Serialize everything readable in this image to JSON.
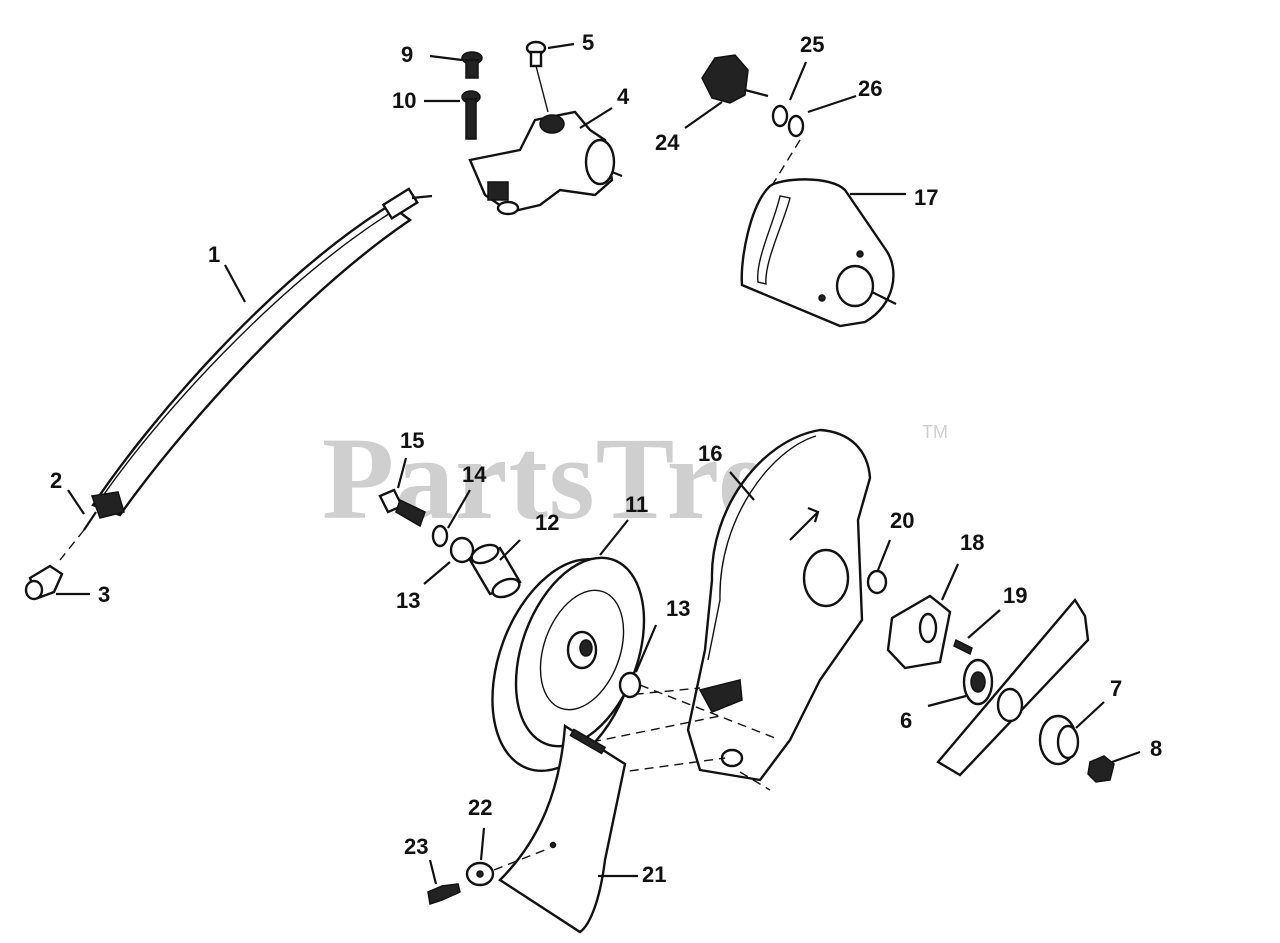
{
  "watermark": {
    "brand": "PartsTree",
    "trademark": "TM"
  },
  "callouts": [
    {
      "id": "label-1",
      "text": "1"
    },
    {
      "id": "label-2",
      "text": "2"
    },
    {
      "id": "label-3",
      "text": "3"
    },
    {
      "id": "label-4",
      "text": "4"
    },
    {
      "id": "label-5",
      "text": "5"
    },
    {
      "id": "label-6",
      "text": "6"
    },
    {
      "id": "label-7",
      "text": "7"
    },
    {
      "id": "label-8",
      "text": "8"
    },
    {
      "id": "label-9",
      "text": "9"
    },
    {
      "id": "label-10",
      "text": "10"
    },
    {
      "id": "label-11",
      "text": "11"
    },
    {
      "id": "label-12",
      "text": "12"
    },
    {
      "id": "label-13a",
      "text": "13"
    },
    {
      "id": "label-13b",
      "text": "13"
    },
    {
      "id": "label-14",
      "text": "14"
    },
    {
      "id": "label-15",
      "text": "15"
    },
    {
      "id": "label-16",
      "text": "16"
    },
    {
      "id": "label-17",
      "text": "17"
    },
    {
      "id": "label-18",
      "text": "18"
    },
    {
      "id": "label-19",
      "text": "19"
    },
    {
      "id": "label-20",
      "text": "20"
    },
    {
      "id": "label-21",
      "text": "21"
    },
    {
      "id": "label-22",
      "text": "22"
    },
    {
      "id": "label-23",
      "text": "23"
    },
    {
      "id": "label-24",
      "text": "24"
    },
    {
      "id": "label-25",
      "text": "25"
    },
    {
      "id": "label-26",
      "text": "26"
    }
  ]
}
